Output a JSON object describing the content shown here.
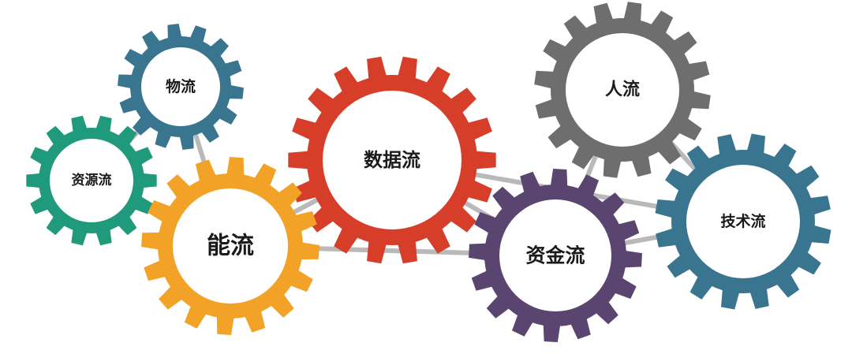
{
  "diagram": {
    "gears": [
      {
        "id": "wuliu",
        "label": "物流",
        "color": "#3a7590"
      },
      {
        "id": "ziyuan",
        "label": "资源流",
        "color": "#1f9a7c"
      },
      {
        "id": "neng",
        "label": "能流",
        "color": "#f2a227"
      },
      {
        "id": "shuju",
        "label": "数据流",
        "color": "#d63e2a"
      },
      {
        "id": "ren",
        "label": "人流",
        "color": "#6e6e6e"
      },
      {
        "id": "zijin",
        "label": "资金流",
        "color": "#5a4470"
      },
      {
        "id": "jishu",
        "label": "技术流",
        "color": "#3a7590"
      }
    ],
    "links": [
      [
        "wuliu",
        "ziyuan"
      ],
      [
        "wuliu",
        "neng"
      ],
      [
        "ziyuan",
        "neng"
      ],
      [
        "neng",
        "shuju"
      ],
      [
        "shuju",
        "zijin"
      ],
      [
        "shuju",
        "jishu"
      ],
      [
        "ren",
        "zijin"
      ],
      [
        "ren",
        "jishu"
      ],
      [
        "zijin",
        "jishu"
      ],
      [
        "neng",
        "zijin"
      ]
    ]
  }
}
